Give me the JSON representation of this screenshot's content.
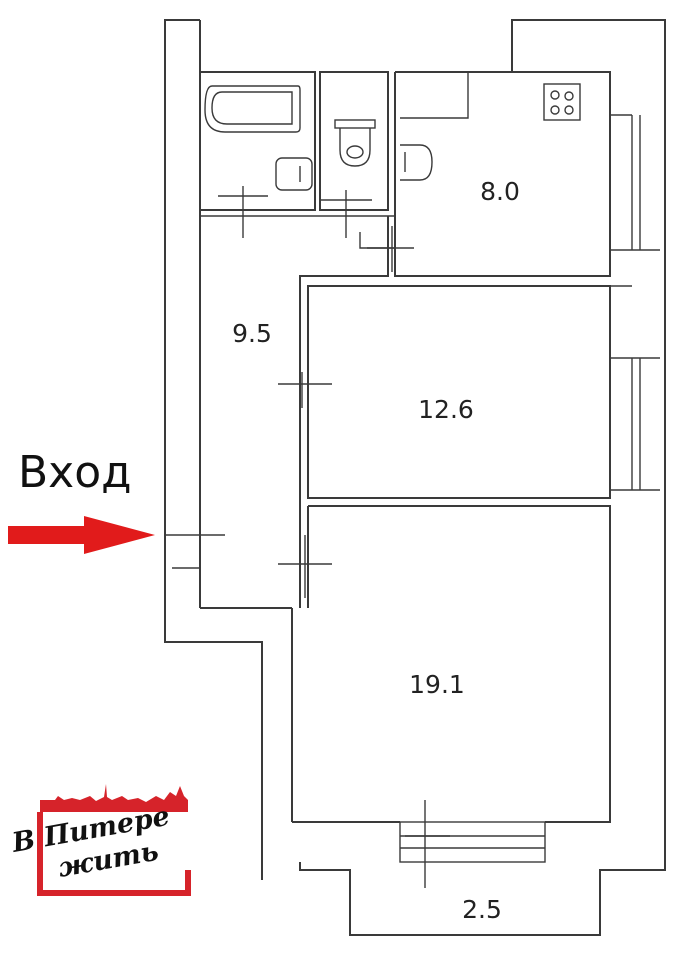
{
  "plan": {
    "rooms": [
      {
        "id": "kitchen",
        "area": "8.0",
        "fixture": "stove-icon"
      },
      {
        "id": "hallway",
        "area": "9.5"
      },
      {
        "id": "bedroom",
        "area": "12.6"
      },
      {
        "id": "living-room",
        "area": "19.1"
      },
      {
        "id": "balcony",
        "area": "2.5"
      }
    ],
    "fixtures": [
      "bathtub-icon",
      "toilet-icon",
      "sink-icon",
      "stove-icon"
    ]
  },
  "entry": {
    "label": "Вход",
    "arrow_color": "#e11b1b",
    "arrow_icon": "arrow-right-icon"
  },
  "logo": {
    "line1": "В Питере",
    "line2": "жить",
    "frame_color": "#d6232a",
    "icon": "city-skyline-icon"
  }
}
